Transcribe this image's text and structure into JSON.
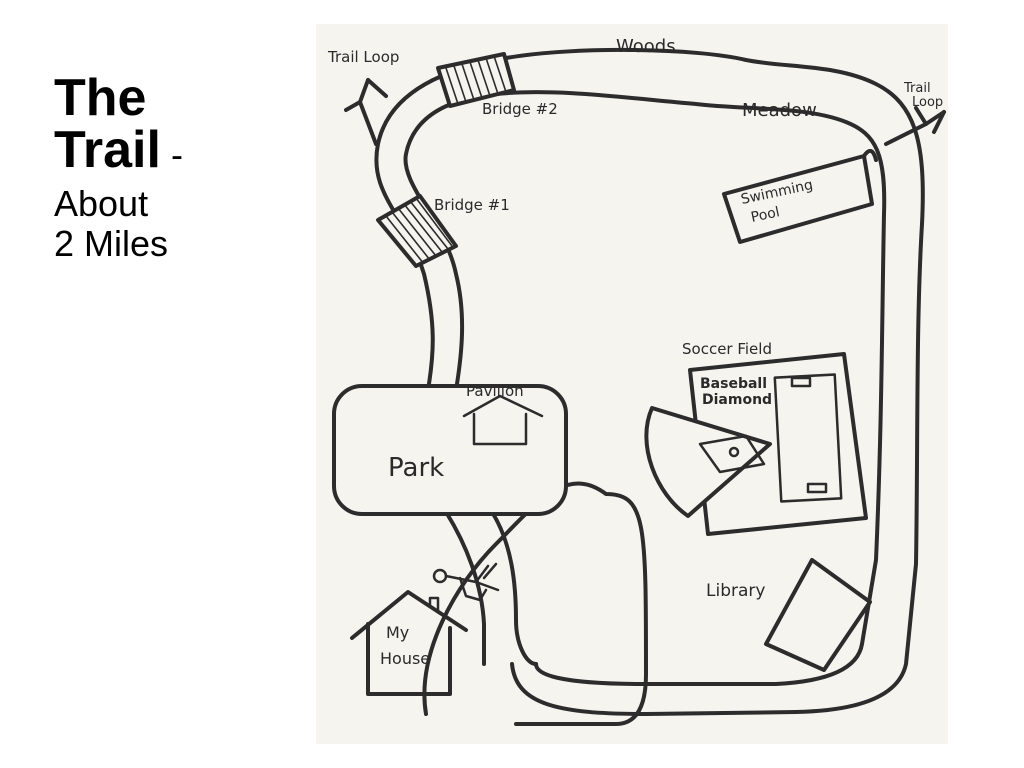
{
  "slide": {
    "title_line1": "The",
    "title_line2": "Trail",
    "title_dash": " -",
    "subtitle_line1": "About",
    "subtitle_line2": "2 Miles"
  },
  "map": {
    "labels": {
      "trail_loop_left": "Trail Loop",
      "trail_loop_right_1": "Trail",
      "trail_loop_right_2": "Loop",
      "woods": "Woods",
      "meadow": "Meadow",
      "bridge_2": "Bridge #2",
      "bridge_1": "Bridge #1",
      "swimming_1": "Swimming",
      "swimming_2": "Pool",
      "pavilion": "Pavilion",
      "park": "Park",
      "soccer_field": "Soccer Field",
      "baseball_1": "Baseball",
      "baseball_2": "Diamond",
      "library": "Library",
      "house_1": "My",
      "house_2": "House"
    },
    "icons": [
      "bridge-icon",
      "pavilion-icon",
      "house-icon",
      "runner-icon",
      "arrow-icon"
    ]
  }
}
